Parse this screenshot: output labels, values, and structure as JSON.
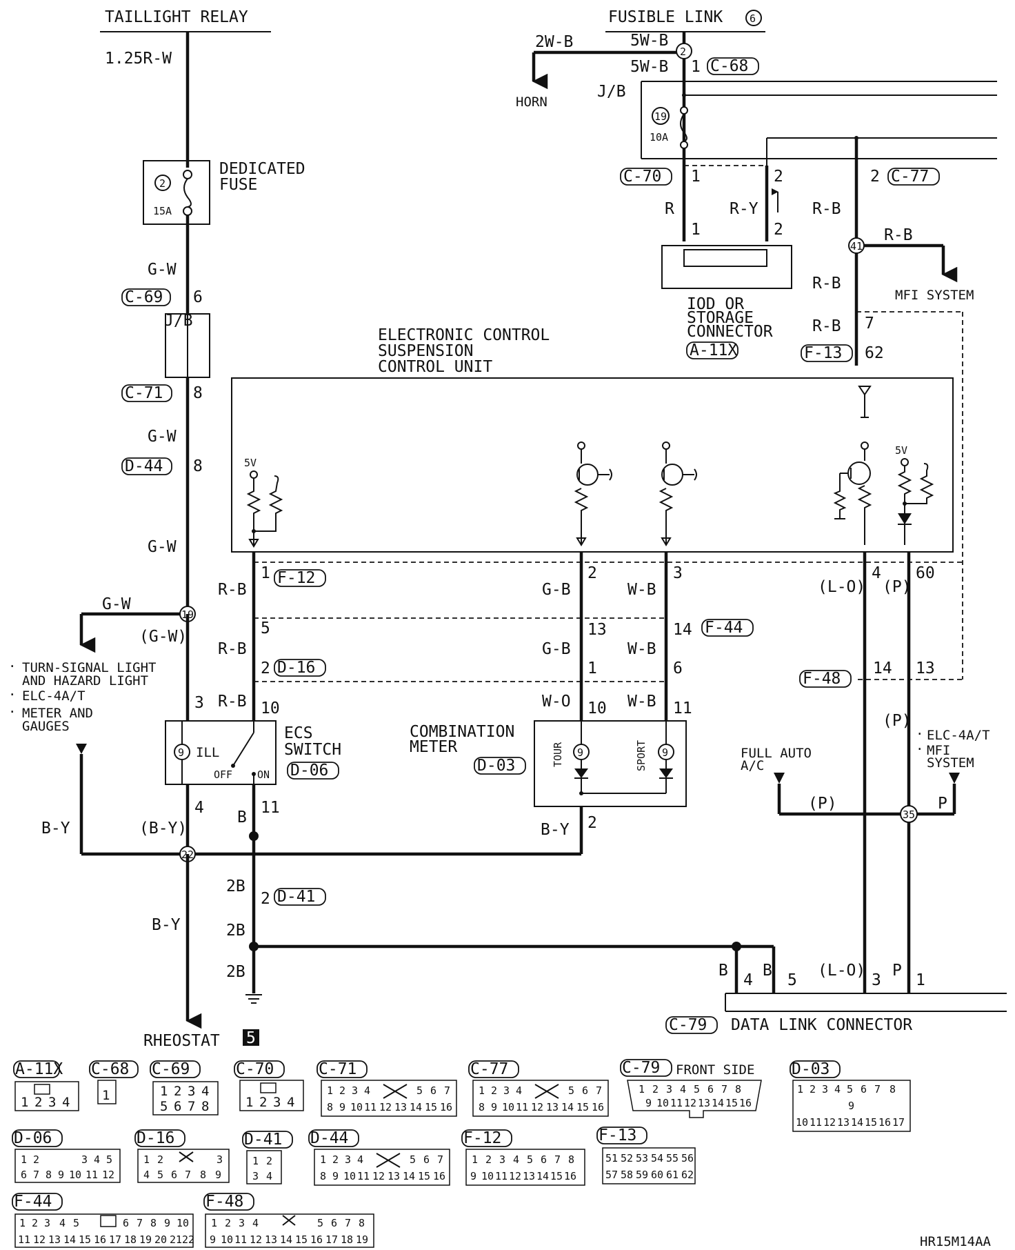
{
  "labels": {
    "taillight_relay": "TAILLIGHT RELAY",
    "fusible_link": "FUSIBLE LINK",
    "fusible_link_no": "6",
    "horn": "HORN",
    "jb": "J/B",
    "dedicated_fuse_1": "DEDICATED",
    "dedicated_fuse_2": "FUSE",
    "fuse2_no": "2",
    "fuse2_amp": "15A",
    "fuse19_no": "19",
    "fuse19_amp": "10A",
    "ecu_1": "ELECTRONIC CONTROL",
    "ecu_2": "SUSPENSION",
    "ecu_3": "CONTROL UNIT",
    "iod_1": "IOD OR",
    "iod_2": "STORAGE",
    "iod_3": "CONNECTOR",
    "mfi_system": "MFI SYSTEM",
    "turn_1": "TURN-SIGNAL LIGHT",
    "turn_2": "AND HAZARD LIGHT",
    "elc": "ELC-4A/T",
    "meter_1": "METER AND",
    "meter_2": "GAUGES",
    "ecs_1": "ECS",
    "ecs_2": "SWITCH",
    "ill": "ILL",
    "off": "OFF",
    "on": "ON",
    "combo_1": "COMBINATION",
    "combo_2": "METER",
    "tour": "TOUR",
    "sport": "SPORT",
    "full_auto_1": "FULL AUTO",
    "full_auto_2": "A/C",
    "mfi_1": "MFI",
    "mfi_2": "SYSTEM",
    "rheostat": "RHEOSTAT",
    "rheostat_no": "5",
    "dlc": "DATA LINK CONNECTOR",
    "front_side": "FRONT SIDE",
    "five_v": "5V",
    "code": "HR15M14AA"
  },
  "nodes": [
    "2",
    "19",
    "41",
    "22",
    "35"
  ],
  "wires": {
    "w125rw": "1.25R-W",
    "gw": "G-W",
    "gw_p": "(G-W)",
    "rb": "R-B",
    "gb": "G-B",
    "wb": "W-B",
    "wo": "W-O",
    "by": "B-Y",
    "by_p": "(B-Y)",
    "b": "B",
    "b2": "2B",
    "r": "R",
    "ry": "R-Y",
    "lo_p": "(L-O)",
    "p_p": "(P)",
    "p": "P",
    "w2b": "2W-B",
    "w5b": "5W-B"
  },
  "connectors": {
    "c68": "C-68",
    "c69": "C-69",
    "c70": "C-70",
    "c71": "C-71",
    "c77": "C-77",
    "c79": "C-79",
    "a11x": "A-11X",
    "d03": "D-03",
    "d06": "D-06",
    "d16": "D-16",
    "d41": "D-41",
    "d44": "D-44",
    "f12": "F-12",
    "f13": "F-13",
    "f44": "F-44",
    "f48": "F-48"
  },
  "pins": {
    "p1": "1",
    "p2": "2",
    "p3": "3",
    "p4": "4",
    "p5": "5",
    "p6": "6",
    "p7": "7",
    "p8": "8",
    "p10": "10",
    "p11": "11",
    "p13": "13",
    "p14": "14",
    "p60": "60",
    "p62": "62"
  },
  "views": {
    "a11x": [
      "1",
      "2",
      "3",
      "4"
    ],
    "c68": [
      "1"
    ],
    "c69": [
      [
        "1",
        "2",
        "3",
        "4"
      ],
      [
        "5",
        "6",
        "7",
        "8"
      ]
    ],
    "c70": [
      "1",
      "2",
      "3",
      "4"
    ],
    "c71": [
      [
        "1",
        "2",
        "3",
        "4",
        "",
        "5",
        "6",
        "7"
      ],
      [
        "8",
        "9",
        "10",
        "11",
        "12",
        "13",
        "14",
        "15",
        "16"
      ]
    ],
    "c77": [
      [
        "1",
        "2",
        "3",
        "4",
        "",
        "5",
        "6",
        "7"
      ],
      [
        "8",
        "9",
        "10",
        "11",
        "12",
        "13",
        "14",
        "15",
        "16"
      ]
    ],
    "c79": [
      [
        "1",
        "2",
        "3",
        "4",
        "5",
        "6",
        "7",
        "8"
      ],
      [
        "9",
        "10",
        "11",
        "12",
        "13",
        "14",
        "15",
        "16"
      ]
    ],
    "d03": [
      [
        "1",
        "2",
        "3",
        "4",
        "5",
        "6",
        "7",
        "8"
      ],
      [
        "9"
      ],
      [
        "10",
        "11",
        "12",
        "13",
        "14",
        "15",
        "16",
        "17"
      ]
    ],
    "d06": [
      [
        "1",
        "2",
        "",
        "3",
        "4",
        "5"
      ],
      [
        "6",
        "7",
        "8",
        "9",
        "10",
        "11",
        "12"
      ]
    ],
    "d16": [
      [
        "1",
        "2",
        "",
        "3"
      ],
      [
        "4",
        "5",
        "6",
        "7",
        "8",
        "9"
      ]
    ],
    "d41": [
      [
        "1",
        "2"
      ],
      [
        "3",
        "4"
      ]
    ],
    "d44": [
      [
        "1",
        "2",
        "3",
        "4",
        "",
        "5",
        "6",
        "7"
      ],
      [
        "8",
        "9",
        "10",
        "11",
        "12",
        "13",
        "14",
        "15",
        "16"
      ]
    ],
    "f12": [
      [
        "1",
        "2",
        "3",
        "4",
        "5",
        "6",
        "7",
        "8"
      ],
      [
        "9",
        "10",
        "11",
        "12",
        "13",
        "14",
        "15",
        "16"
      ]
    ],
    "f13": [
      [
        "51",
        "52",
        "53",
        "54",
        "55",
        "56"
      ],
      [
        "57",
        "58",
        "59",
        "60",
        "61",
        "62"
      ]
    ],
    "f44": [
      [
        "1",
        "2",
        "3",
        "4",
        "5",
        "",
        "6",
        "7",
        "8",
        "9",
        "10"
      ],
      [
        "11",
        "12",
        "13",
        "14",
        "15",
        "16",
        "17",
        "18",
        "19",
        "20",
        "21",
        "22"
      ]
    ],
    "f48": [
      [
        "1",
        "2",
        "3",
        "4",
        "",
        "5",
        "6",
        "7",
        "8"
      ],
      [
        "9",
        "10",
        "11",
        "12",
        "13",
        "14",
        "15",
        "16",
        "17",
        "18",
        "19"
      ]
    ]
  }
}
